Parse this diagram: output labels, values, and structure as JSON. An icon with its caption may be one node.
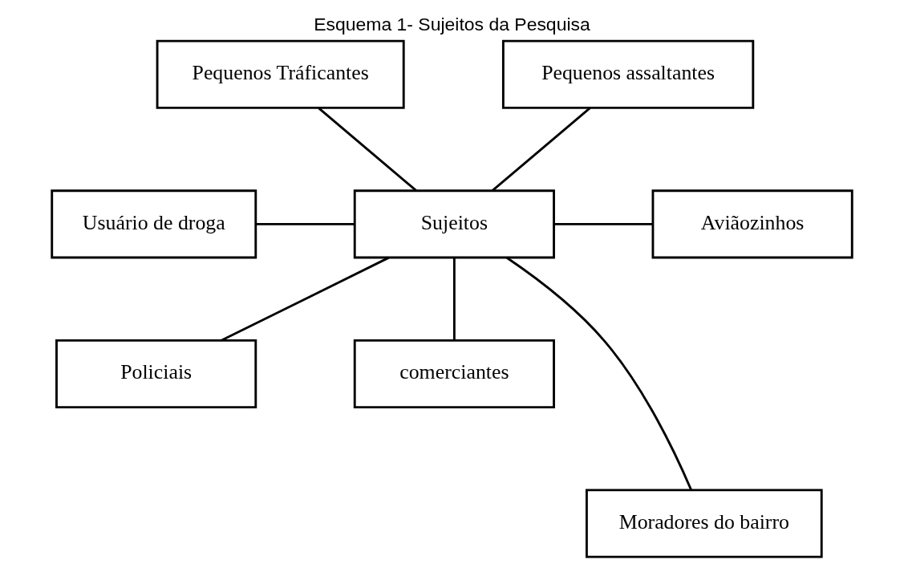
{
  "diagram": {
    "title": "Esquema 1- Sujeitos da Pesquisa",
    "nodes": [
      {
        "text": [
          "Pequenos Tráficantes"
        ]
      },
      {
        "text": [
          "Pequenos assaltantes"
        ]
      },
      {
        "text": [
          "Usuário de droga"
        ]
      },
      {
        "text": [
          "Sujeitos"
        ]
      },
      {
        "text": [
          "Aviãozinhos"
        ]
      },
      {
        "text": [
          "Policiais"
        ]
      },
      {
        "text": [
          "comerciantes"
        ]
      },
      {
        "text": [
          "Moradores do bairro"
        ]
      }
    ],
    "edges": [
      {
        "from": 0,
        "to": 3,
        "arrow": "none"
      },
      {
        "from": 1,
        "to": 3,
        "arrow": "none"
      },
      {
        "from": 2,
        "to": 3,
        "arrow": "none"
      },
      {
        "from": 3,
        "to": 4,
        "arrow": "none"
      },
      {
        "from": 3,
        "to": 5,
        "arrow": "none"
      },
      {
        "from": 3,
        "to": 6,
        "arrow": "none"
      },
      {
        "from": 3,
        "to": 7,
        "arrow": "none"
      }
    ]
  }
}
